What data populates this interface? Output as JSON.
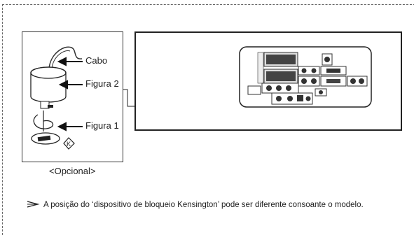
{
  "figure": {
    "labels": {
      "cabo": "Cabo",
      "figura2": "Figura 2",
      "figura1": "Figura 1"
    },
    "caption": "<Opcional>"
  },
  "note": {
    "bullet_icon": "arrow-bullet-icon",
    "text": "A posição do ‘dispositivo de bloqueio Kensington’ pode ser diferente consoante o modelo."
  }
}
